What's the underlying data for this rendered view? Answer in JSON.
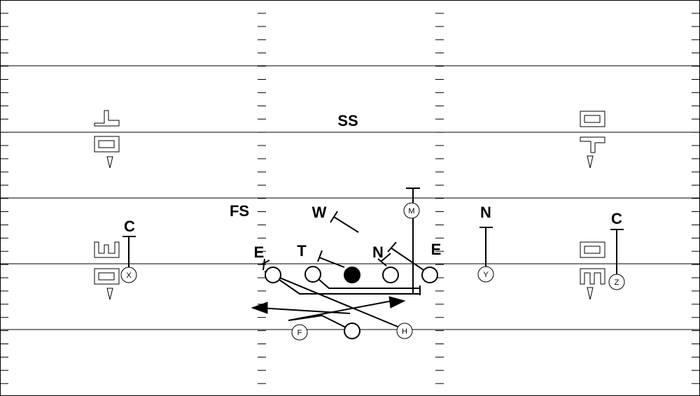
{
  "defense": {
    "ss": "SS",
    "fs": "FS",
    "w": "W",
    "t": "T",
    "n_inside": "N",
    "e_left": "E",
    "e_right": "E",
    "n_outside": "N",
    "c_left": "C",
    "c_right": "C"
  },
  "offense": {
    "m": "M",
    "x": "X",
    "y": "Y",
    "z": "Z",
    "f": "F",
    "h": "H"
  },
  "icons": [
    "yard-line",
    "hash-mark",
    "route-arrow",
    "block-mark",
    "formation-glyph"
  ]
}
